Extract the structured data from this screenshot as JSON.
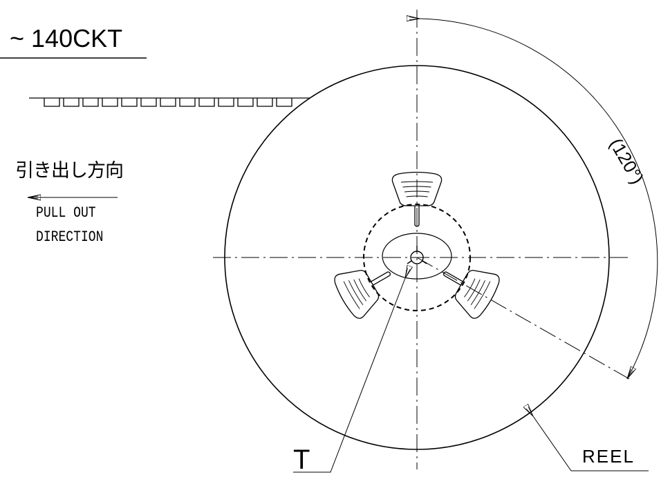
{
  "labels": {
    "circuit_count": "~ 140CKT",
    "pull_out_jp": "引き出し方向",
    "pull_out_en_line1": "PULL OUT",
    "pull_out_en_line2": "DIRECTION",
    "tape_mark": "T",
    "reel": "REEL",
    "angle": "(120°)"
  }
}
